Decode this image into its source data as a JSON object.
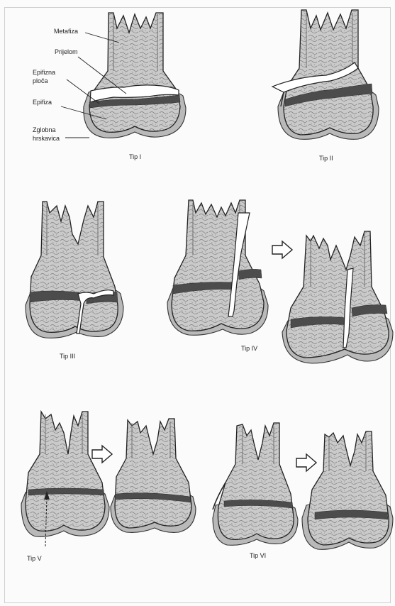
{
  "labels": {
    "metafiza": "Metafiza",
    "prijelom": "Prijelom",
    "epifizna_line1": "Epifizna",
    "epifizna_line2": "ploča",
    "epifiza": "Epifiza",
    "zglobna_line1": "Zglobna",
    "zglobna_line2": "hrskavica"
  },
  "types": {
    "tip1": "Tip I",
    "tip2": "Tip II",
    "tip3": "Tip III",
    "tip4": "Tip IV",
    "tip5": "Tip V",
    "tip6": "Tip VI"
  }
}
